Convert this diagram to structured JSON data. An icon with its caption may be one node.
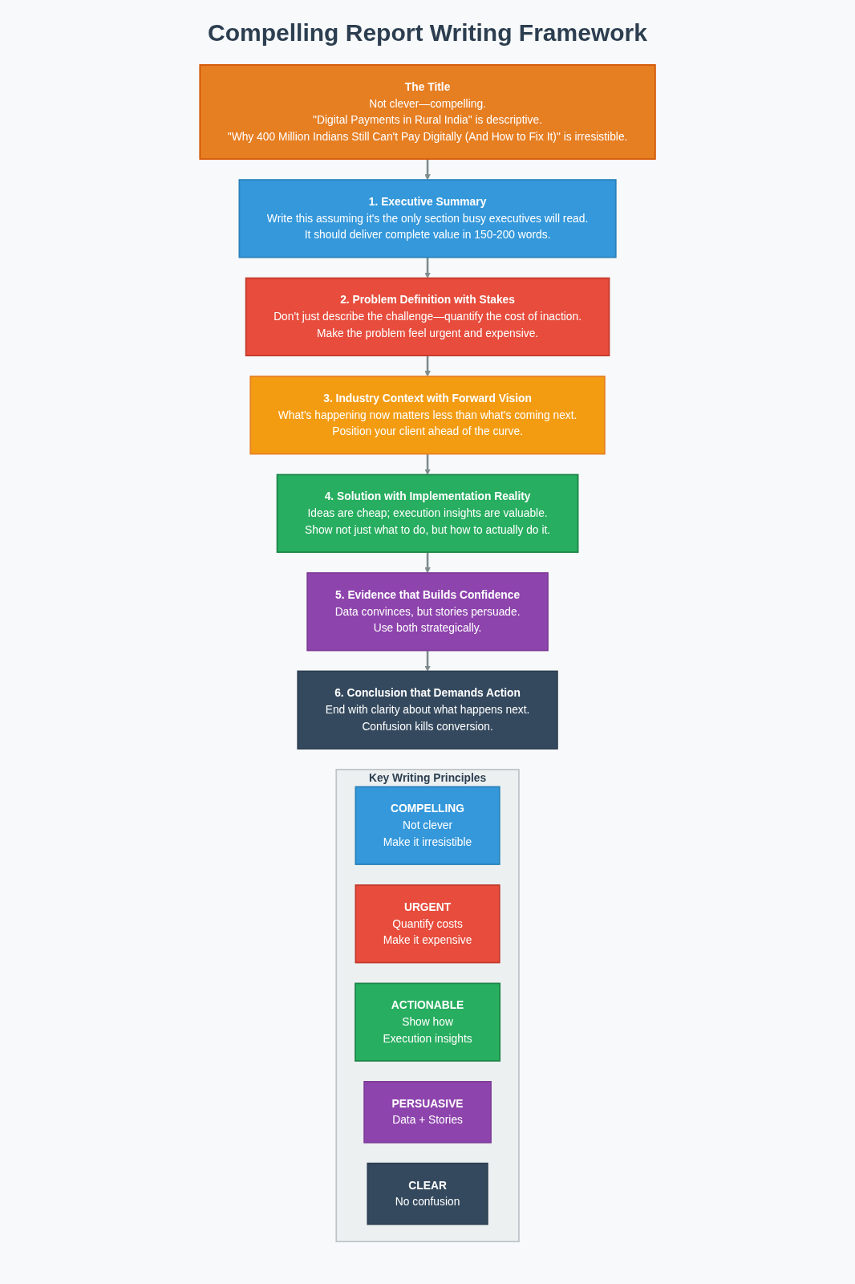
{
  "diagram": {
    "title": "Compelling Report Writing Framework",
    "nodes": [
      {
        "text": [
          "The Title",
          "Not clever—compelling.",
          "\"Digital Payments in Rural India\" is descriptive.",
          "\"Why 400 Million Indians Still Can't Pay Digitally (And How to Fix It)\" is irresistible."
        ]
      },
      {
        "text": [
          "1. Executive Summary",
          "Write this assuming it's the only section busy executives will read.",
          "It should deliver complete value in 150-200 words."
        ]
      },
      {
        "text": [
          "2. Problem Definition with Stakes",
          "Don't just describe the challenge—quantify the cost of inaction.",
          "Make the problem feel urgent and expensive."
        ]
      },
      {
        "text": [
          "3. Industry Context with Forward Vision",
          "What's happening now matters less than what's coming next.",
          "Position your client ahead of the curve."
        ]
      },
      {
        "text": [
          "4. Solution with Implementation Reality",
          "Ideas are cheap; execution insights are valuable.",
          "Show not just what to do, but how to actually do it."
        ]
      },
      {
        "text": [
          "5. Evidence that Builds Confidence",
          "Data convinces, but stories persuade.",
          "Use both strategically."
        ]
      },
      {
        "text": [
          "6. Conclusion that Demands Action",
          "End with clarity about what happens next.",
          "Confusion kills conversion."
        ]
      },
      {
        "text": [
          "Key Writing Principles"
        ]
      },
      {
        "text": [
          "COMPELLING",
          "Not clever",
          "Make it irresistible"
        ],
        "in": 7
      },
      {
        "text": [
          "URGENT",
          "Quantify costs",
          "Make it expensive"
        ],
        "in": 7
      },
      {
        "text": [
          "ACTIONABLE",
          "Show how",
          "Execution insights"
        ],
        "in": 7
      },
      {
        "text": [
          "PERSUASIVE",
          "Data + Stories"
        ],
        "in": 7
      },
      {
        "text": [
          "CLEAR",
          "No confusion"
        ],
        "in": 7
      }
    ],
    "edges": [
      {
        "from": 0,
        "to": 1,
        "arrow": "to"
      },
      {
        "from": 1,
        "to": 2,
        "arrow": "to"
      },
      {
        "from": 2,
        "to": 3,
        "arrow": "to"
      },
      {
        "from": 3,
        "to": 4,
        "arrow": "to"
      },
      {
        "from": 4,
        "to": 5,
        "arrow": "to"
      },
      {
        "from": 5,
        "to": 6,
        "arrow": "to"
      }
    ]
  }
}
